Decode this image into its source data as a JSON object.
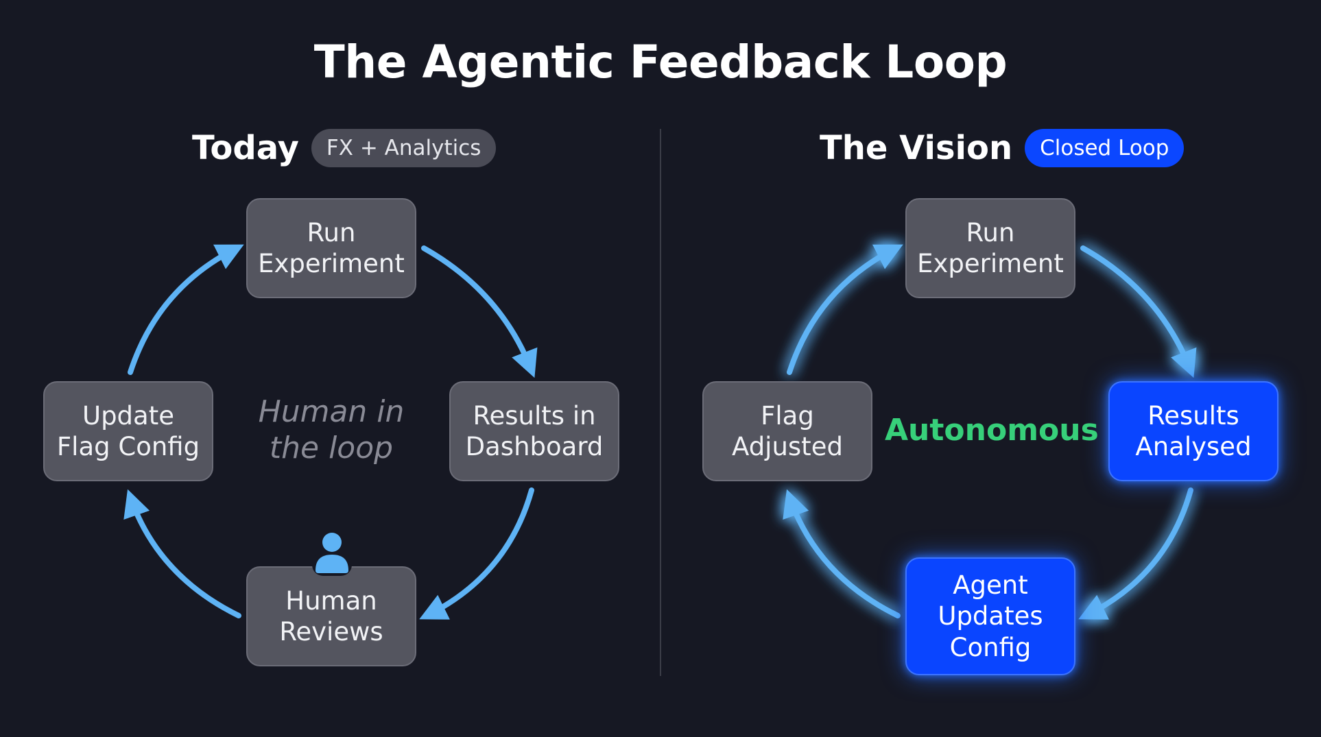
{
  "title": "The Agentic Feedback Loop",
  "colors": {
    "background": "#161823",
    "node_grey": "#54555f",
    "node_blue": "#0a45ff",
    "arrow_blue": "#5eb3f5",
    "autonomous_green": "#37d07a"
  },
  "left_panel": {
    "heading": "Today",
    "badge": "FX + Analytics",
    "center_label": "Human in\nthe loop",
    "nodes": {
      "top": "Run\nExperiment",
      "right": "Results in\nDashboard",
      "bottom": "Human\nReviews",
      "left": "Update\nFlag Config"
    },
    "person_icon": "person-icon"
  },
  "right_panel": {
    "heading": "The Vision",
    "badge": "Closed Loop",
    "center_label": "Autonomous",
    "nodes": {
      "top": "Run\nExperiment",
      "right": "Results\nAnalysed",
      "bottom": "Agent\nUpdates\nConfig",
      "left": "Flag\nAdjusted"
    }
  }
}
